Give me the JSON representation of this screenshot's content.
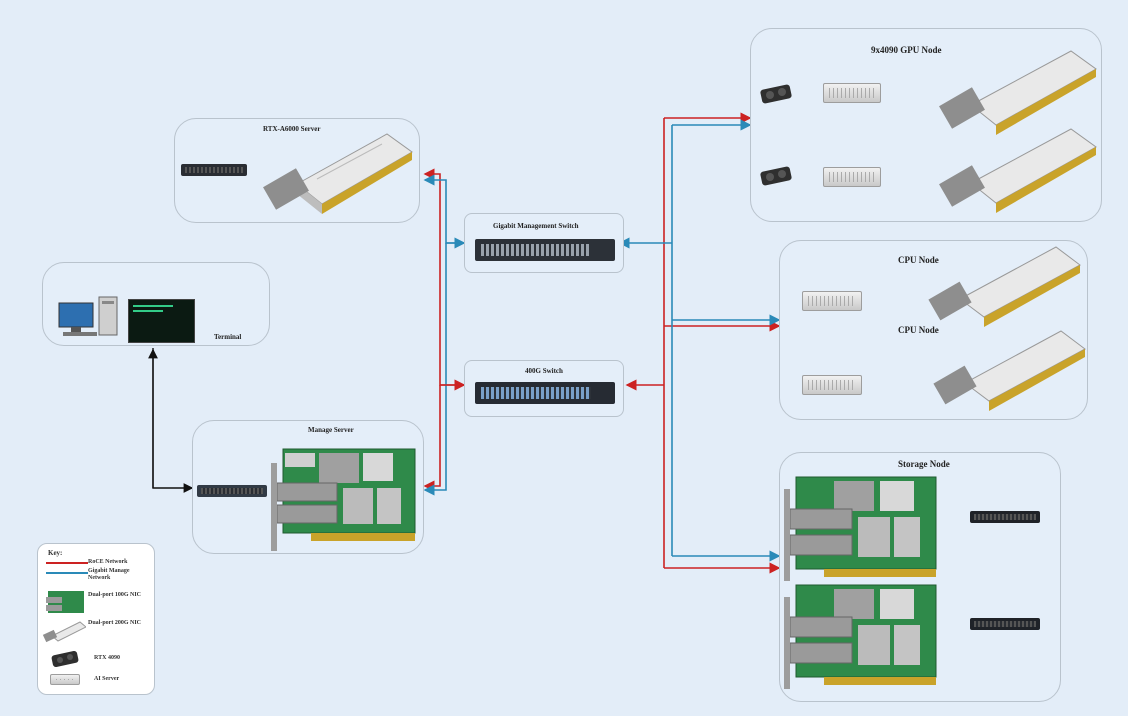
{
  "nodes": {
    "rtx_a6000_server": "RTX-A6000 Server",
    "terminal": "Terminal",
    "manage_server": "Manage Server",
    "mgmt_switch": "Gigabit Management Switch",
    "switch_400g": "400G Switch",
    "gpu_node": "9x4090 GPU Node",
    "cpu_node_1": "CPU Node",
    "cpu_node_2": "CPU Node",
    "storage_node": "Storage Node"
  },
  "legend": {
    "title": "Key:",
    "items": [
      {
        "label": "RoCE Network",
        "color": "#cc2222"
      },
      {
        "label": "Gigabit Manage Network",
        "color": "#2a8ab8"
      },
      {
        "label": "Dual-port 100G NIC",
        "icon": "nic-100g-icon"
      },
      {
        "label": "Dual-port 200G NIC",
        "icon": "nic-200g-icon"
      },
      {
        "label": "RTX 4090",
        "icon": "gpu-icon"
      },
      {
        "label": "AI Server",
        "icon": "server-tray-icon"
      }
    ]
  },
  "colors": {
    "roce": "#cc2222",
    "manage": "#2a8ab8",
    "arrow": "#111111",
    "background": "#e3edf8",
    "frame": "#b9c3cd"
  }
}
